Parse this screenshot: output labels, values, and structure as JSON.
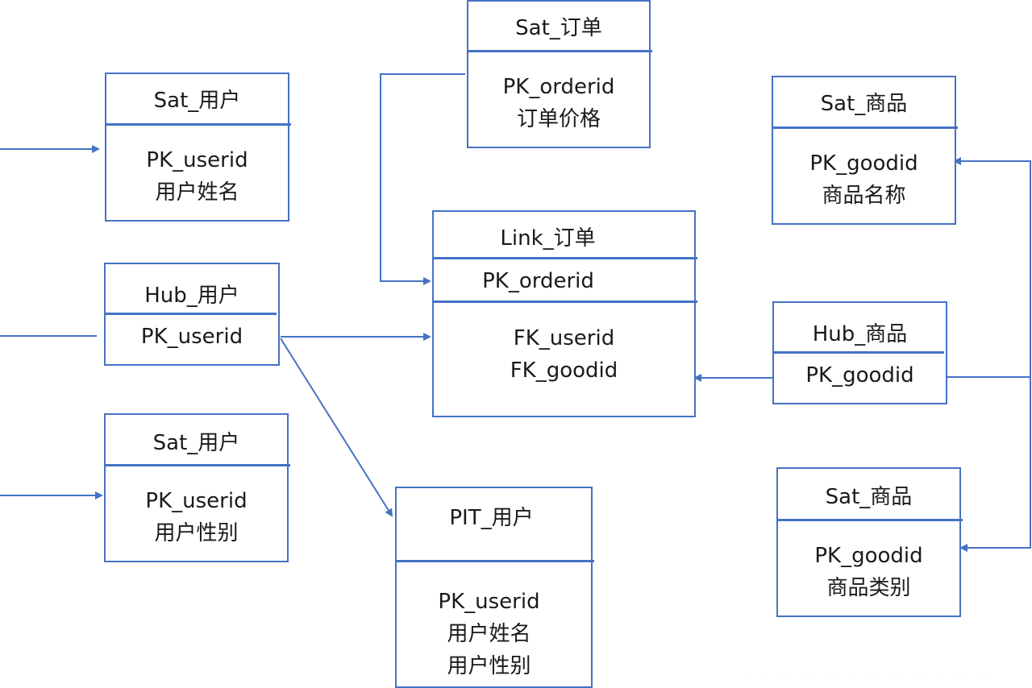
{
  "accent_color": "#4472c4",
  "entities": {
    "sat_order": {
      "title": "Sat_订单",
      "fields": [
        "PK_orderid",
        "订单价格"
      ]
    },
    "sat_user_name": {
      "title": "Sat_用户",
      "fields": [
        "PK_userid",
        "用户姓名"
      ]
    },
    "sat_goods_name": {
      "title": "Sat_商品",
      "fields": [
        "PK_goodid",
        "商品名称"
      ]
    },
    "link_order": {
      "title": "Link_订单",
      "pk": "PK_orderid",
      "fields": [
        "FK_userid",
        "FK_goodid"
      ]
    },
    "hub_user": {
      "title": "Hub_用户",
      "pk": "PK_userid"
    },
    "hub_goods": {
      "title": "Hub_商品",
      "pk": "PK_goodid"
    },
    "sat_user_gender": {
      "title": "Sat_用户",
      "fields": [
        "PK_userid",
        "用户性别"
      ]
    },
    "pit_user": {
      "title": "PIT_用户",
      "fields": [
        "PK_userid",
        "用户姓名",
        "用户性别"
      ]
    },
    "sat_goods_category": {
      "title": "Sat_商品",
      "fields": [
        "PK_goodid",
        "商品类别"
      ]
    }
  }
}
